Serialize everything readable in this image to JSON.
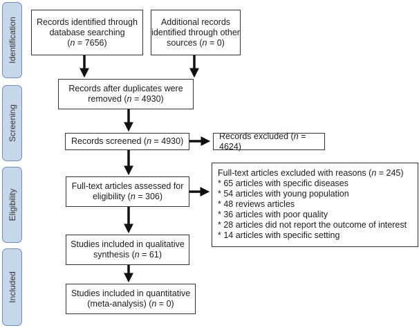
{
  "phases": {
    "identification": "Identification",
    "screening": "Screening",
    "eligibility": "Eligibility",
    "included": "Included"
  },
  "boxes": {
    "database": {
      "line1": "Records identified through",
      "line2": "database searching",
      "count_prefix": "(",
      "n_var": "n",
      "count_suffix": " = 7656)"
    },
    "other_sources": {
      "line1": "Additional records",
      "line2": "identified through other",
      "line3_prefix": "sources (",
      "n_var": "n",
      "line3_suffix": " = 0)"
    },
    "after_duplicates": {
      "line1": "Records after duplicates were",
      "line2_prefix": "removed (",
      "n_var": "n",
      "line2_suffix": " = 4930)"
    },
    "screened": {
      "text_prefix": "Records screened (",
      "n_var": "n",
      "text_suffix": " = 4930)"
    },
    "excluded": {
      "text_prefix": "Records excluded (",
      "n_var": "n",
      "text_suffix": " = 4624)"
    },
    "fulltext_assessed": {
      "line1": "Full-text articles assessed for",
      "line2_prefix": "eligibility (",
      "n_var": "n",
      "line2_suffix": " = 306)"
    },
    "fulltext_excluded": {
      "heading_prefix": "Full-text articles excluded with reasons (",
      "n_var": "n",
      "heading_suffix": " = 245)",
      "reasons": [
        "* 65 articles with specific diseases",
        "* 54 articles with young population",
        "* 48 reviews articles",
        "* 36 articles with poor quality",
        "* 28 articles did not report the outcome of interest",
        "* 14 articles with specific setting"
      ]
    },
    "qualitative": {
      "line1": "Studies included in qualitative",
      "line2_prefix": "synthesis (",
      "n_var": "n",
      "line2_suffix": " = 61)"
    },
    "quantitative": {
      "line1": "Studies included in quantitative",
      "line2_prefix": "(meta-analysis) (",
      "n_var": "n",
      "line2_suffix": " = 0)"
    }
  }
}
